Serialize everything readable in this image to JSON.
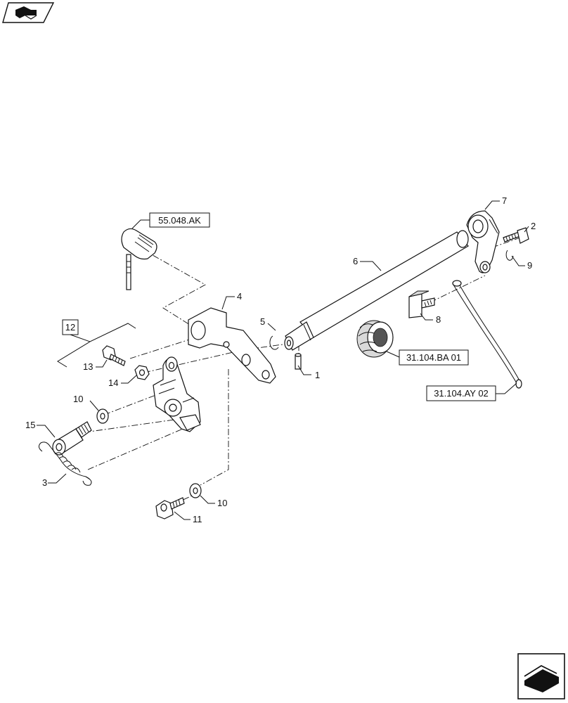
{
  "diagram": {
    "references": {
      "ref_55048": "55.048.AK",
      "ref_12": "12",
      "ref_31104_ba": "31.104.BA 01",
      "ref_31104_ay": "31.104.AY 02"
    },
    "callouts": {
      "c1": "1",
      "c2": "2",
      "c3": "3",
      "c4": "4",
      "c5": "5",
      "c6": "6",
      "c7": "7",
      "c8": "8",
      "c9": "9",
      "c10a": "10",
      "c10b": "10",
      "c11": "11",
      "c13": "13",
      "c14": "14",
      "c15": "15"
    },
    "icons": {
      "top_left": "previous-page-icon",
      "bottom_right": "next-page-icon"
    }
  }
}
